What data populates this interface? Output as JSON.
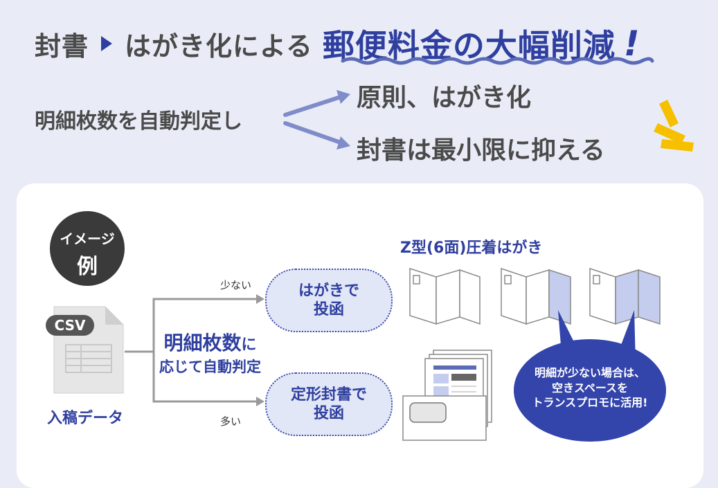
{
  "headline": {
    "part1": "封書",
    "part2": "はがき化による",
    "highlight": "郵便料金の大幅削減",
    "exclamation": "!"
  },
  "subline": {
    "left": "明細枚数を自動判定し",
    "right1": "原則、はがき化",
    "right2": "封書は最小限に抑える"
  },
  "diagram": {
    "badge_line1": "イメージ",
    "badge_line2": "例",
    "csv_label": "CSV",
    "input_label": "入稿データ",
    "judge_line1_main": "明細枚数",
    "judge_line1_suffix": "に",
    "judge_line2": "応じて自動判定",
    "branch_few": "少ない",
    "branch_many": "多い",
    "option_postcard": "はがきで\n投函",
    "option_envelope": "定形封書で\n投函",
    "postcard_title": "Z型(6面)圧着はがき",
    "bubble": "明細が少ない場合は、\n空きスペースを\nトランスプロモに活用!"
  },
  "colors": {
    "background": "#e9ecf7",
    "accent": "#2f3f9f",
    "arrow": "#7f8cc9",
    "badge": "#3a3a3a",
    "bubble": "#3344aa",
    "highlight_panel": "#c5cdee",
    "burst": "#f6c000"
  }
}
